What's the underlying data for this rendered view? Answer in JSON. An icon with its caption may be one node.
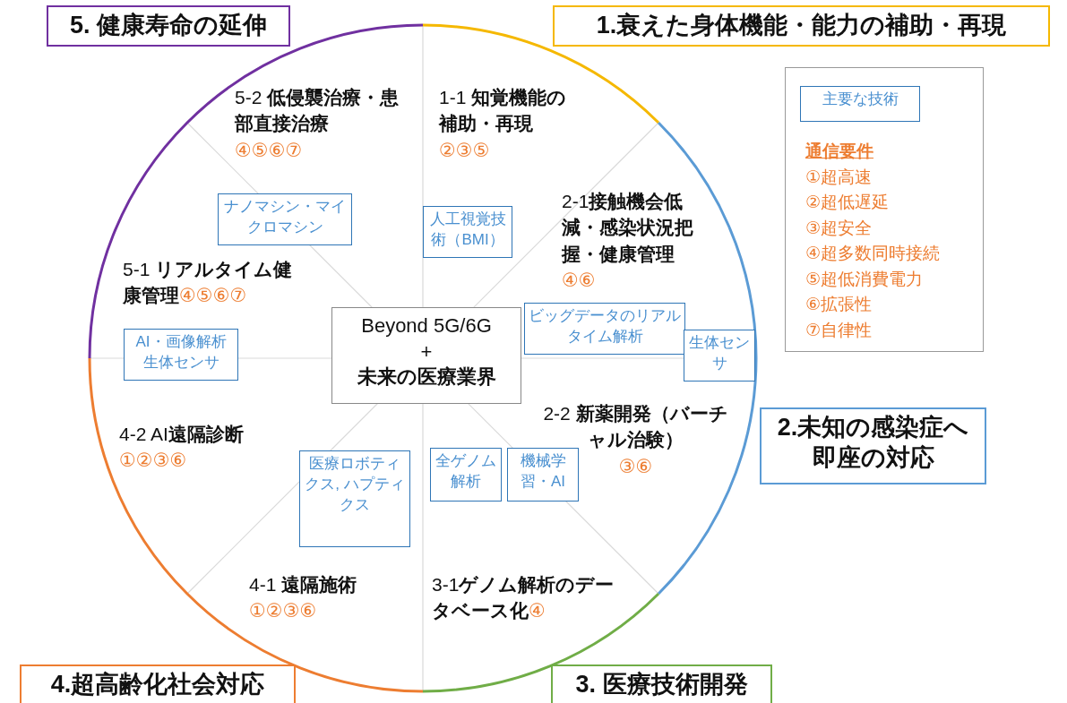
{
  "diagram": {
    "nodes": [
      {
        "text": [
          "Beyond 5G/6G",
          "+",
          "未来の医療業界"
        ]
      },
      {
        "text": [
          "5. 健康寿命の延伸"
        ]
      },
      {
        "text": [
          "1.衰えた身体機能・能力の補助・再現"
        ]
      },
      {
        "text": [
          "2.未知の感染症へ即座の対応"
        ]
      },
      {
        "text": [
          "3. 医療技術開発"
        ]
      },
      {
        "text": [
          "4.超高齢化社会対応"
        ]
      },
      {
        "text": [
          "5-2 **低侵襲治療・患部直接治療**",
          "④⑤⑥⑦"
        ]
      },
      {
        "text": [
          "1-1 **知覚機能の補助・再現**",
          "②③⑤"
        ]
      },
      {
        "text": [
          "2-1**接触機会低減・感染状況把握・健康管理**",
          "④⑥"
        ]
      },
      {
        "text": [
          "5-1 **リアルタイム健康管理**",
          "④⑤⑥⑦"
        ]
      },
      {
        "text": [
          "2-2 **新薬開発（バーチャル治験）**",
          "③⑥"
        ]
      },
      {
        "text": [
          "4-2 AI**遠隔診断**",
          "①②③⑥"
        ]
      },
      {
        "text": [
          "4-1 **遠隔施術**",
          "①②③⑥"
        ]
      },
      {
        "text": [
          "3-1**ゲノム解析のデータベース化**",
          "④"
        ]
      },
      {
        "text": [
          "ナノマシン・マイクロマシン"
        ]
      },
      {
        "text": [
          "人工視覚技術（BMI）"
        ]
      },
      {
        "text": [
          "ビッグデータのリアルタイム解析"
        ]
      },
      {
        "text": [
          "生体センサ"
        ]
      },
      {
        "text": [
          "AI・画像解析生体センサ"
        ]
      },
      {
        "text": [
          "医療ロボティクス, ハプティクス"
        ]
      },
      {
        "text": [
          "全ゲノム解析"
        ]
      },
      {
        "text": [
          "機械学習・AI"
        ]
      },
      {
        "text": [
          "通信要件",
          "①超高速",
          "②超低遅延",
          "③超安全",
          "④超多数同時接続",
          "⑤超低消費電力",
          "⑥拡張性",
          "⑦自律性"
        ]
      },
      {
        "text": [
          "主要な技術"
        ],
        "in": 22
      }
    ],
    "edges": []
  }
}
